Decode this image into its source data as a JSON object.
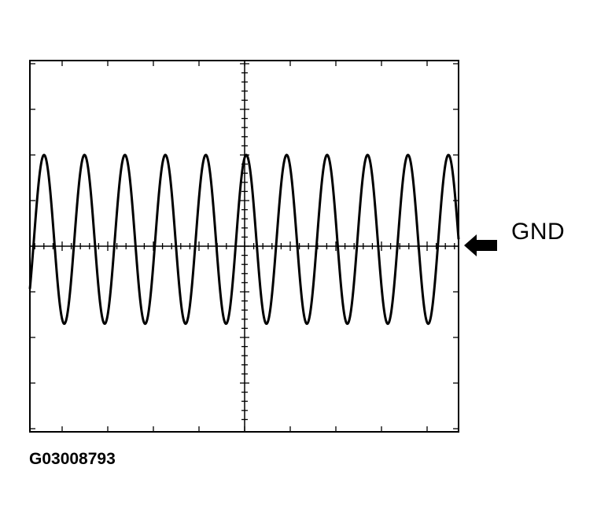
{
  "gnd_marker": {
    "label": "GND"
  },
  "figure_id": "G03008793",
  "waveform": {
    "shape": "sine",
    "cycles_visible": 10.6,
    "peak_divisions": 2.0,
    "trough_divisions": -1.7,
    "line_color": "#000000"
  },
  "grid": {
    "horizontal_divisions": 10,
    "vertical_divisions": 8
  }
}
